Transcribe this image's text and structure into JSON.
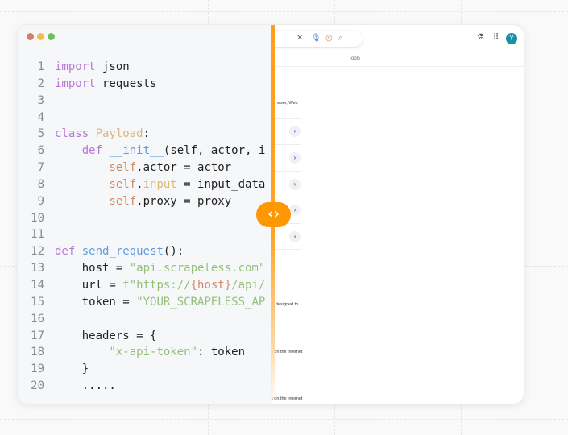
{
  "window_dots": {
    "close": "#d4806b",
    "minimize": "#f4bd50",
    "maximize": "#6fc05a"
  },
  "accent": "#ff9800",
  "code": {
    "lines": [
      [
        [
          "import",
          "kw"
        ],
        [
          " json",
          ""
        ]
      ],
      [
        [
          "import",
          "kw"
        ],
        [
          " requests",
          ""
        ]
      ],
      [],
      [],
      [
        [
          "class",
          "kw"
        ],
        [
          " ",
          ""
        ],
        [
          "Payload",
          "cls"
        ],
        [
          ":",
          ""
        ]
      ],
      [
        [
          "    ",
          ""
        ],
        [
          "def",
          "kw"
        ],
        [
          " ",
          ""
        ],
        [
          "__init__",
          "fn"
        ],
        [
          "(self, actor, i",
          ""
        ]
      ],
      [
        [
          "        ",
          ""
        ],
        [
          "self",
          "self"
        ],
        [
          ".actor = actor",
          ""
        ]
      ],
      [
        [
          "        ",
          ""
        ],
        [
          "self",
          "self"
        ],
        [
          ".",
          ""
        ],
        [
          "input",
          "attr"
        ],
        [
          " = input_data",
          ""
        ]
      ],
      [
        [
          "        ",
          ""
        ],
        [
          "self",
          "self"
        ],
        [
          ".proxy = proxy",
          ""
        ]
      ],
      [],
      [],
      [
        [
          "def",
          "kw"
        ],
        [
          " ",
          ""
        ],
        [
          "send_request",
          "fn"
        ],
        [
          "():",
          ""
        ]
      ],
      [
        [
          "    host = ",
          ""
        ],
        [
          "\"api.scrapeless.com\"",
          "str"
        ]
      ],
      [
        [
          "    url = ",
          ""
        ],
        [
          "f\"https://",
          "str"
        ],
        [
          "{host}",
          "interp"
        ],
        [
          "/api/",
          "str"
        ]
      ],
      [
        [
          "    token = ",
          ""
        ],
        [
          "\"YOUR_SCRAPELESS_AP",
          "str"
        ]
      ],
      [],
      [
        [
          "    headers = {",
          ""
        ]
      ],
      [
        [
          "        ",
          ""
        ],
        [
          "\"x-api-token\"",
          "str"
        ],
        [
          ": token",
          ""
        ]
      ],
      [
        [
          "    }",
          ""
        ]
      ],
      [
        [
          "    .....",
          ""
        ]
      ]
    ]
  },
  "browser": {
    "search_icons": [
      "clear-icon",
      "mic-icon",
      "lens-icon",
      "search-icon"
    ],
    "tools_label": "Tools",
    "avatar_letter": "Y",
    "fragments": [
      "wser, Web",
      "ul designed to",
      "s on the internet",
      "s on the internet"
    ],
    "chevron_count": 5
  },
  "handle_icon": "code-brackets-icon"
}
